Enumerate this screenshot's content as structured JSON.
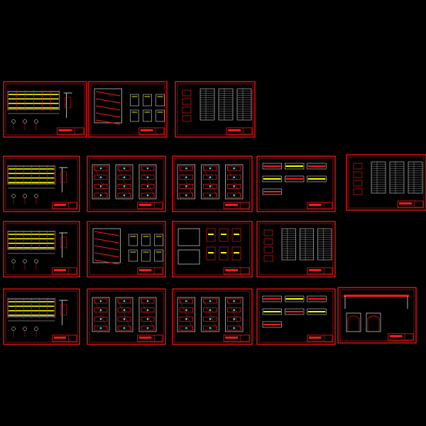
{
  "drawing_set": {
    "background": "#000000",
    "colors": {
      "frame": "#ff1a1a",
      "line": "#ffffff",
      "accent": "#ffff00",
      "detail": "#00ffff"
    },
    "sheets": [
      {
        "kind": "elevation"
      },
      {
        "kind": "section-detail"
      },
      {
        "kind": "schedule"
      },
      {
        "kind": "elevation"
      },
      {
        "kind": "column-plans"
      },
      {
        "kind": "column-plans"
      },
      {
        "kind": "beam-details"
      },
      {
        "kind": "schedule"
      },
      {
        "kind": "elevation"
      },
      {
        "kind": "section-detail"
      },
      {
        "kind": "mixed-details"
      },
      {
        "kind": "schedule"
      },
      {
        "kind": "elevation"
      },
      {
        "kind": "column-plans"
      },
      {
        "kind": "column-plans"
      },
      {
        "kind": "beam-details"
      },
      {
        "kind": "frame-elevation"
      }
    ]
  }
}
